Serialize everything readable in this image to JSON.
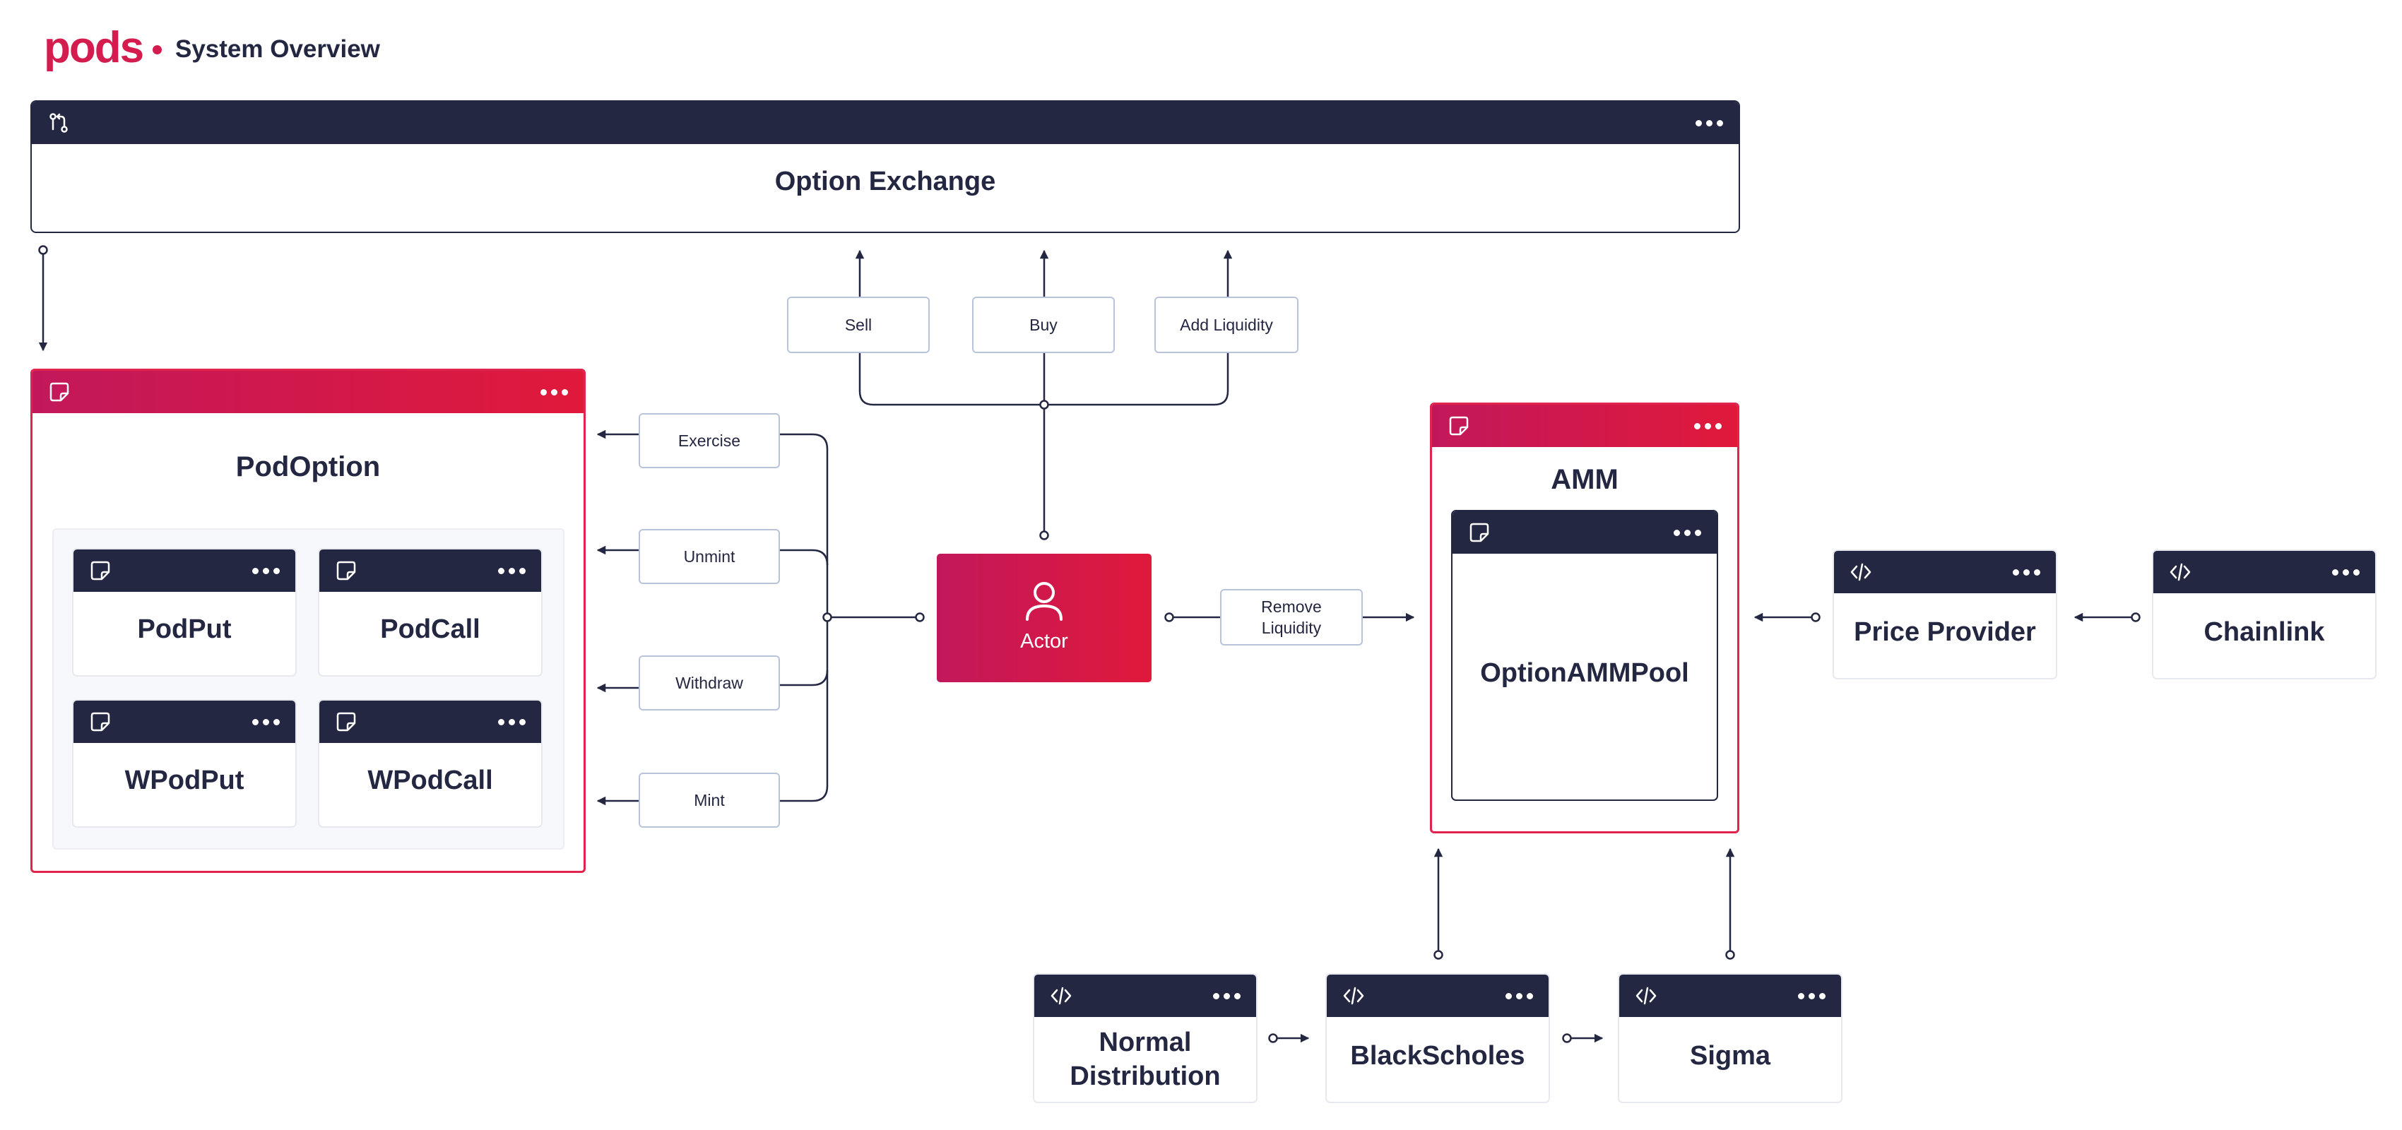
{
  "header": {
    "logo_text": "pods",
    "title": "System Overview"
  },
  "colors": {
    "navy": "#242742",
    "brand_red": "#d41d4e",
    "gradient_start": "#c2185b",
    "gradient_end": "#e0193b",
    "pill_border": "#b9c4db"
  },
  "nodes": {
    "option_exchange": {
      "title": "Option Exchange",
      "icon": "git-compare-icon"
    },
    "pod_option": {
      "title": "PodOption",
      "icon": "sticky-note-icon"
    },
    "pod_put": {
      "title": "PodPut",
      "icon": "sticky-note-icon"
    },
    "pod_call": {
      "title": "PodCall",
      "icon": "sticky-note-icon"
    },
    "wpod_put": {
      "title": "WPodPut",
      "icon": "sticky-note-icon"
    },
    "wpod_call": {
      "title": "WPodCall",
      "icon": "sticky-note-icon"
    },
    "actor": {
      "label": "Actor",
      "icon": "user-icon"
    },
    "amm": {
      "title": "AMM",
      "icon": "sticky-note-icon"
    },
    "option_amm_pool": {
      "title": "OptionAMMPool",
      "icon": "sticky-note-icon"
    },
    "price_provider": {
      "title": "Price Provider",
      "icon": "code-icon"
    },
    "chainlink": {
      "title": "Chainlink",
      "icon": "code-icon"
    },
    "normal_distribution": {
      "title_line1": "Normal",
      "title_line2": "Distribution",
      "icon": "code-icon"
    },
    "black_scholes": {
      "title": "BlackScholes",
      "icon": "code-icon"
    },
    "sigma": {
      "title": "Sigma",
      "icon": "code-icon"
    }
  },
  "actions": {
    "sell": "Sell",
    "buy": "Buy",
    "add_liquidity": "Add Liquidity",
    "exercise": "Exercise",
    "unmint": "Unmint",
    "withdraw": "Withdraw",
    "mint": "Mint",
    "remove_liquidity_line1": "Remove",
    "remove_liquidity_line2": "Liquidity"
  }
}
